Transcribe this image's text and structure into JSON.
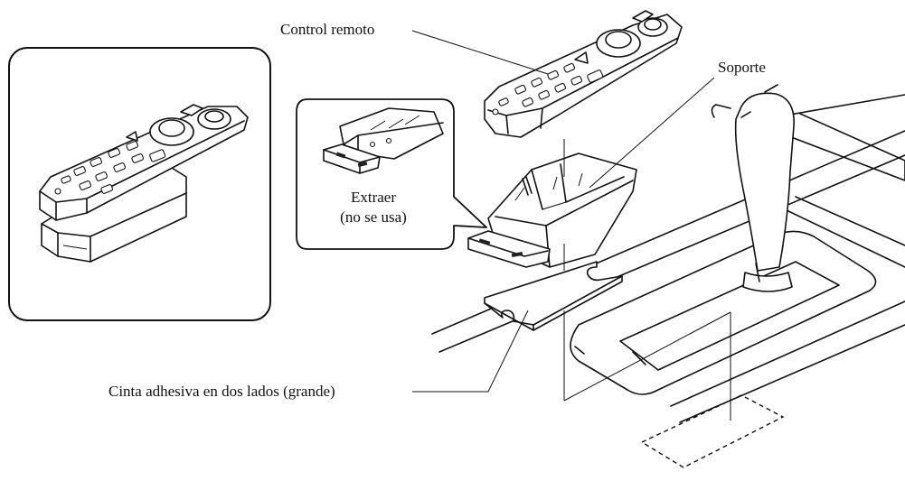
{
  "labels": {
    "remote": "Control remoto",
    "holder": "Soporte",
    "remove_line1": "Extraer",
    "remove_line2": "(no se usa)",
    "tape": "Cinta adhesiva en dos lados (grande)"
  },
  "colors": {
    "ink": "#111111",
    "background": "#ffffff"
  }
}
